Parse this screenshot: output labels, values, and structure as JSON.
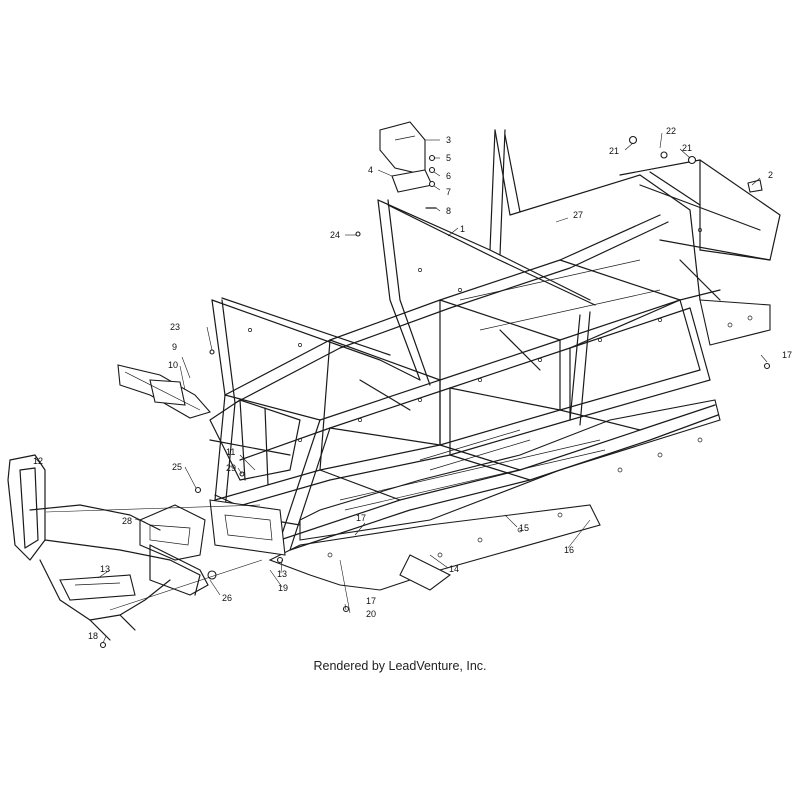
{
  "credit": "Rendered by LeadVenture, Inc.",
  "callouts": [
    {
      "id": "c1",
      "text": "1",
      "part": "main-frame"
    },
    {
      "id": "c2",
      "text": "2",
      "part": "decal"
    },
    {
      "id": "c3",
      "text": "3",
      "part": "bracket"
    },
    {
      "id": "c4",
      "text": "4",
      "part": "pad"
    },
    {
      "id": "c5",
      "text": "5",
      "part": "nut"
    },
    {
      "id": "c6",
      "text": "6",
      "part": "washer"
    },
    {
      "id": "c7",
      "text": "7",
      "part": "washer"
    },
    {
      "id": "c8",
      "text": "8",
      "part": "bolt"
    },
    {
      "id": "c9",
      "text": "9",
      "part": "front-fascia"
    },
    {
      "id": "c10",
      "text": "10",
      "part": "screw"
    },
    {
      "id": "c11",
      "text": "11",
      "part": "screw"
    },
    {
      "id": "c12",
      "text": "12",
      "part": "front-bumper"
    },
    {
      "id": "c13a",
      "text": "13",
      "part": "nut"
    },
    {
      "id": "c13b",
      "text": "13",
      "part": "nut"
    },
    {
      "id": "c14",
      "text": "14",
      "part": "skid-plate"
    },
    {
      "id": "c15",
      "text": "15",
      "part": "skid-plate"
    },
    {
      "id": "c16",
      "text": "16",
      "part": "skid-plate"
    },
    {
      "id": "c17a",
      "text": "17",
      "part": "rivet"
    },
    {
      "id": "c17b",
      "text": "17",
      "part": "rivet"
    },
    {
      "id": "c17c",
      "text": "17",
      "part": "rivet"
    },
    {
      "id": "c18",
      "text": "18",
      "part": "bolt"
    },
    {
      "id": "c19",
      "text": "19",
      "part": "bolt"
    },
    {
      "id": "c20",
      "text": "20",
      "part": "screw"
    },
    {
      "id": "c21a",
      "text": "21",
      "part": "plug"
    },
    {
      "id": "c21b",
      "text": "21",
      "part": "plug"
    },
    {
      "id": "c22",
      "text": "22",
      "part": "plug"
    },
    {
      "id": "c23",
      "text": "23",
      "part": "rivet"
    },
    {
      "id": "c24",
      "text": "24",
      "part": "rivet"
    },
    {
      "id": "c25",
      "text": "25",
      "part": "bolt"
    },
    {
      "id": "c26",
      "text": "26",
      "part": "nut"
    },
    {
      "id": "c27",
      "text": "27",
      "part": "decal"
    },
    {
      "id": "c28",
      "text": "28",
      "part": "module"
    },
    {
      "id": "c29",
      "text": "29",
      "part": "nut"
    }
  ],
  "colors": {
    "ink": "#1a1a1a",
    "background": "#ffffff"
  }
}
